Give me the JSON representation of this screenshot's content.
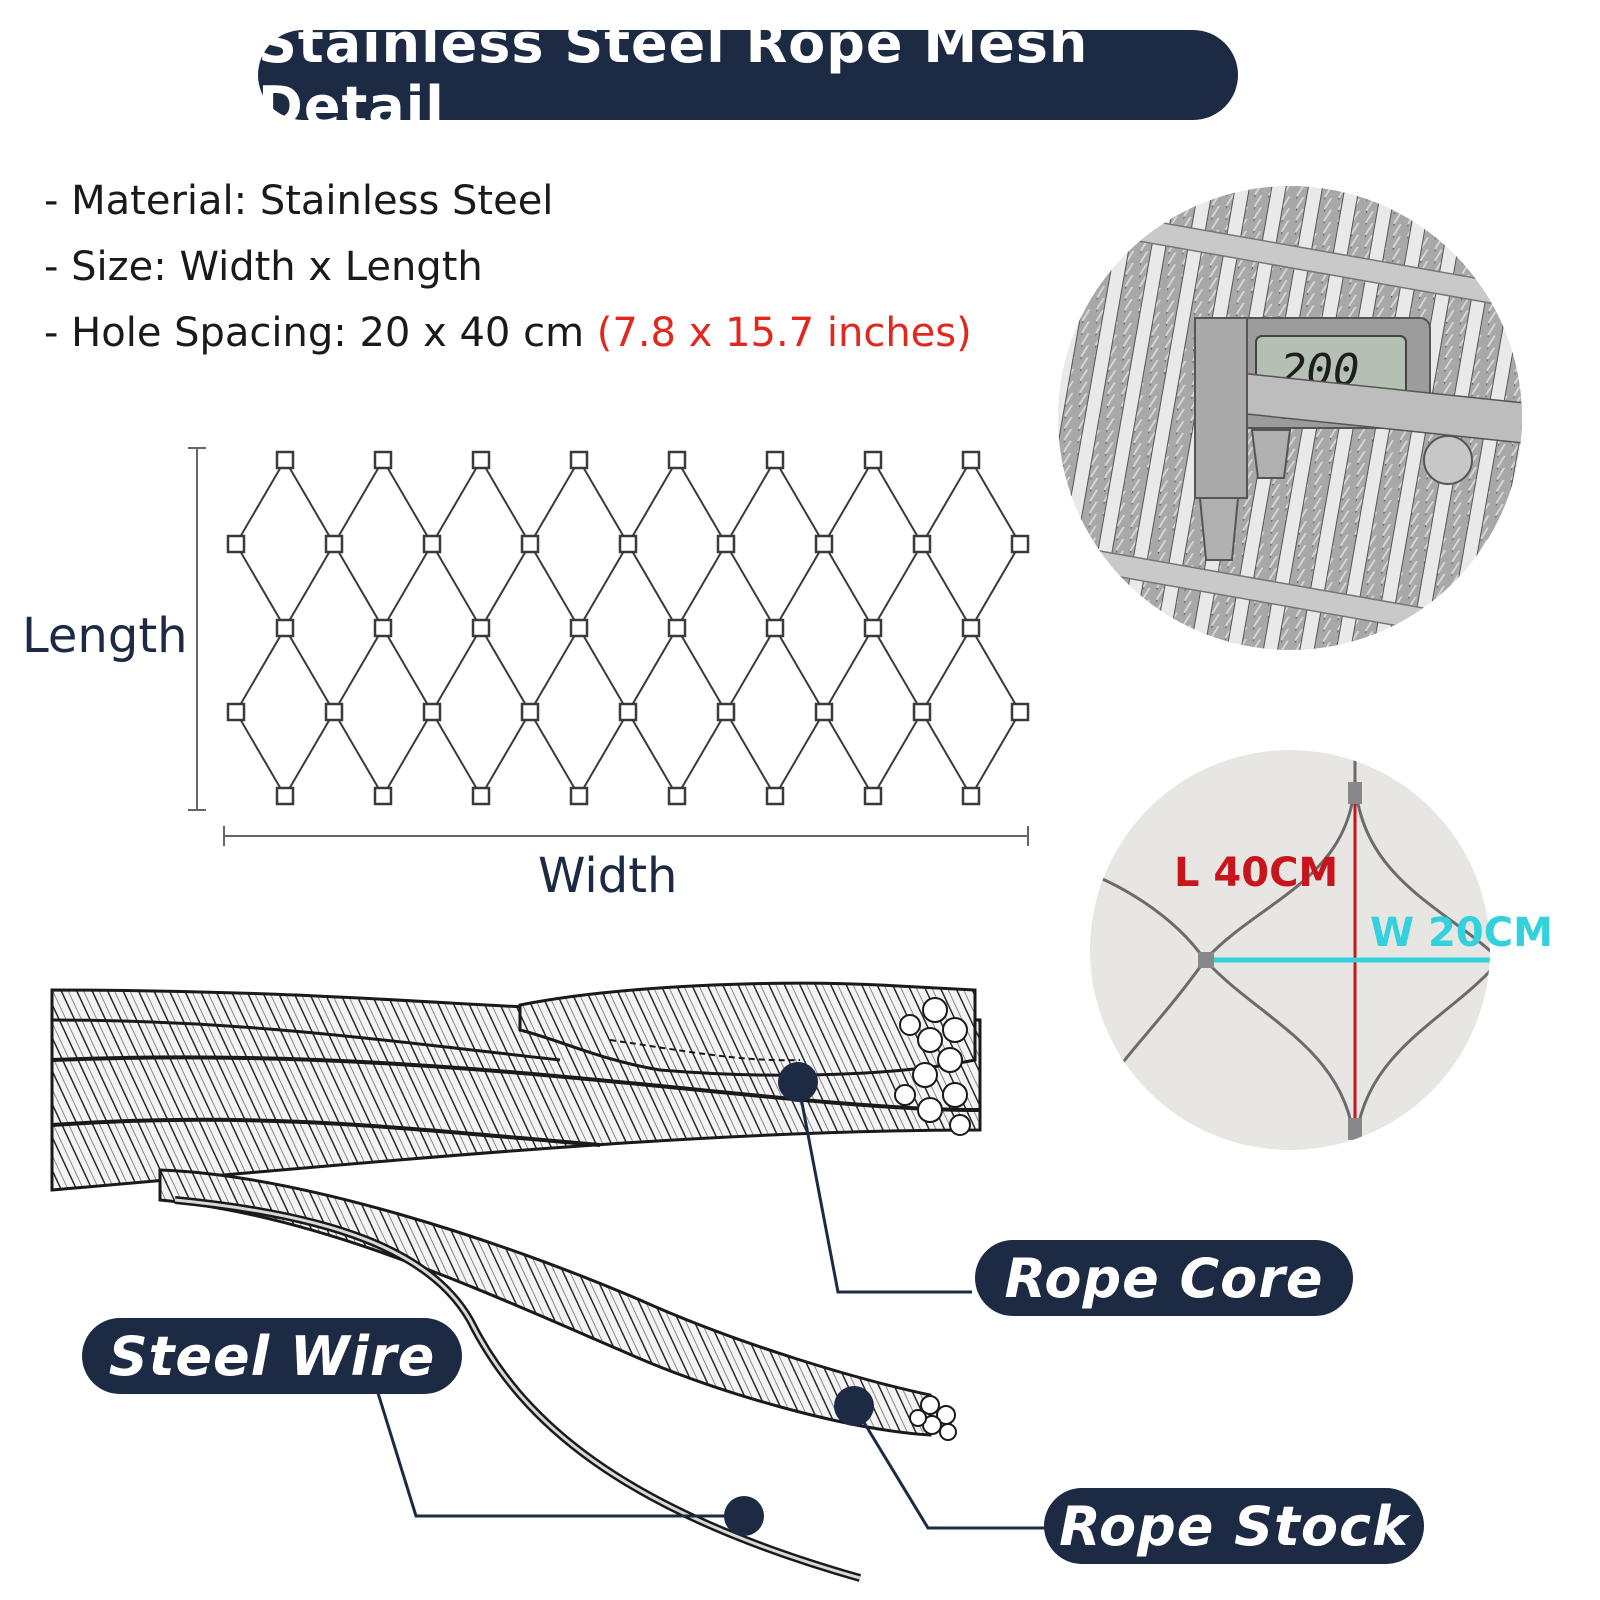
{
  "title": "Stainless Steel Rope Mesh Detail",
  "specs": {
    "material": "- Material: Stainless Steel",
    "size": "- Size: Width x Length",
    "spacing": "- Hole Spacing: 20 x 40 cm ",
    "spacing_imperial": "(7.8 x 15.7 inches)"
  },
  "mesh_diagram": {
    "length_label": "Length",
    "width_label": "Width"
  },
  "photo_measure": {
    "length_label": "L 40CM",
    "width_label": "W 20CM"
  },
  "callouts": {
    "rope_core": "Rope Core",
    "steel_wire": "Steel Wire",
    "rope_stock": "Rope Stock"
  },
  "colors": {
    "navy": "#1c2a44",
    "red": "#e0281e",
    "cyan": "#33d1dd"
  }
}
